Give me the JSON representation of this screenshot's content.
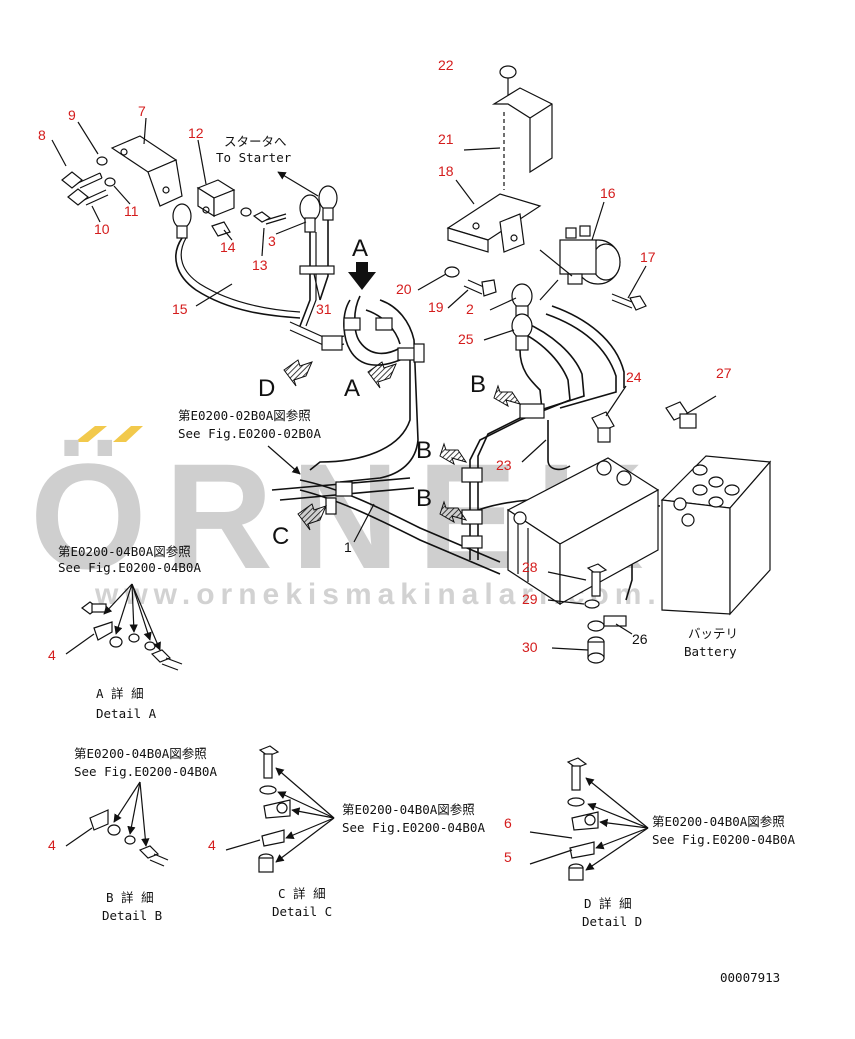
{
  "watermark": {
    "brand": "ÖRNEK",
    "url": "www.ornekismakinalari.com.tr",
    "accent_color": "#f2c94c",
    "mark_color": "#cfcfcf"
  },
  "callouts": [
    "8",
    "9",
    "7",
    "12",
    "10",
    "11",
    "14",
    "13",
    "3",
    "15",
    "31",
    "22",
    "21",
    "18",
    "16",
    "17",
    "20",
    "19",
    "2",
    "25",
    "24",
    "27",
    "23",
    "28",
    "29",
    "30",
    "26",
    "1",
    "4",
    "4",
    "4",
    "6",
    "5"
  ],
  "views": {
    "A_arrow": "A",
    "A_section": "A",
    "B1": "B",
    "B2": "B",
    "B3": "B",
    "C": "C",
    "D": "D"
  },
  "notes": {
    "to_starter_jp": "スタータへ",
    "to_starter_en": "To Starter",
    "ref_main_jp": "第E0200-02B0A図参照",
    "ref_main_en": "See Fig.E0200-02B0A",
    "ref_a_jp": "第E0200-04B0A図参照",
    "ref_a_en": "See Fig.E0200-04B0A",
    "ref_b_jp": "第E0200-04B0A図参照",
    "ref_b_en": "See Fig.E0200-04B0A",
    "ref_c_jp": "第E0200-04B0A図参照",
    "ref_c_en": "See Fig.E0200-04B0A",
    "ref_d_jp": "第E0200-04B0A図参照",
    "ref_d_en": "See Fig.E0200-04B0A",
    "battery_jp": "バッテリ",
    "battery_en": "Battery"
  },
  "details": {
    "a_jp": "A 詳 細",
    "a_en": "Detail A",
    "b_jp": "B 詳 細",
    "b_en": "Detail B",
    "c_jp": "C 詳 細",
    "c_en": "Detail C",
    "d_jp": "D 詳 細",
    "d_en": "Detail D"
  },
  "drawing_number": "00007913"
}
